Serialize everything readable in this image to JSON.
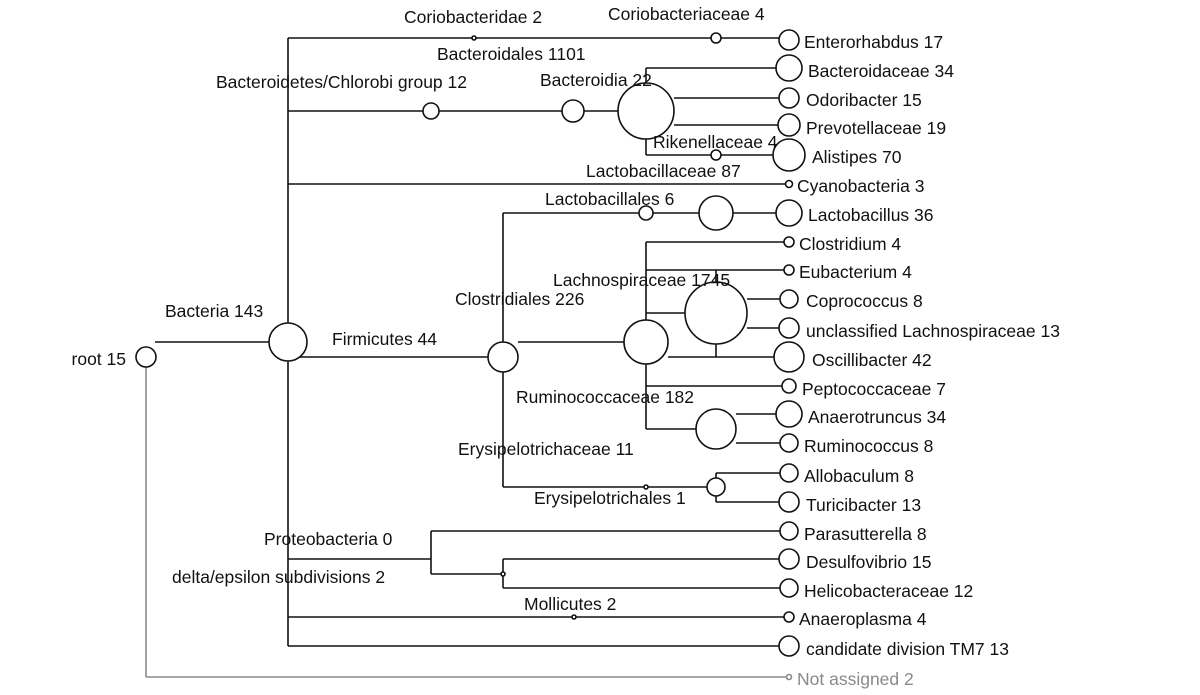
{
  "colors": {
    "line": "#111111",
    "unassigned": "#8a8a8a",
    "background": "#ffffff"
  },
  "tree": {
    "root": "root 15",
    "bacteria": "Bacteria 143",
    "not_assigned": "Not assigned 2",
    "coriobacteridae": "Coriobacteridae 2",
    "coriobacteriaceae": "Coriobacteriaceae 4",
    "enterorhabdus": "Enterorhabdus 17",
    "bacteroidales": "Bacteroidales 1101",
    "bacteroidetes_chlorobi": "Bacteroidetes/Chlorobi group 12",
    "bacteroidia": "Bacteroidia 22",
    "bacteroidaceae": "Bacteroidaceae 34",
    "odoribacter": "Odoribacter 15",
    "prevotellaceae": "Prevotellaceae 19",
    "rikenellaceae": "Rikenellaceae 4",
    "alistipes": "Alistipes 70",
    "lactobacillaceae": "Lactobacillaceae 87",
    "cyanobacteria": "Cyanobacteria 3",
    "lactobacillales": "Lactobacillales 6",
    "lactobacillus": "Lactobacillus 36",
    "clostridium": "Clostridium 4",
    "eubacterium": "Eubacterium 4",
    "lachnospiraceae": "Lachnospiraceae 1745",
    "clostridiales": "Clostridiales 226",
    "coprococcus": "Coprococcus 8",
    "unclassified_lachnospiraceae": "unclassified Lachnospiraceae 13",
    "firmicutes": "Firmicutes 44",
    "oscillibacter": "Oscillibacter 42",
    "peptococcaceae": "Peptococcaceae 7",
    "ruminococcaceae": "Ruminococcaceae 182",
    "anaerotruncus": "Anaerotruncus 34",
    "erysipelotrichaceae": "Erysipelotrichaceae 11",
    "ruminococcus": "Ruminococcus 8",
    "allobaculum": "Allobaculum 8",
    "erysipelotrichales": "Erysipelotrichales 1",
    "turicibacter": "Turicibacter 13",
    "proteobacteria": "Proteobacteria 0",
    "parasutterella": "Parasutterella 8",
    "delta_epsilon": "delta/epsilon subdivisions 2",
    "desulfovibrio": "Desulfovibrio 15",
    "helicobacteraceae": "Helicobacteraceae 12",
    "mollicutes": "Mollicutes 2",
    "anaeroplasma": "Anaeroplasma 4",
    "tm7": "candidate division TM7 13"
  }
}
